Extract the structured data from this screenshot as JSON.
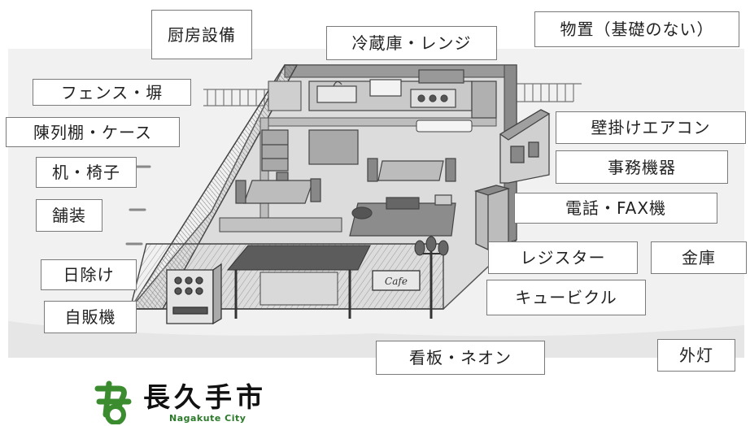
{
  "labels": {
    "kitchen": "厨房設備",
    "fridge": "冷蔵庫・レンジ",
    "storage": "物置（基礎のない）",
    "fence": "フェンス・塀",
    "showcase": "陳列棚・ケース",
    "aircon": "壁掛けエアコン",
    "desk": "机・椅子",
    "office": "事務機器",
    "paving": "舗装",
    "phone": "電話・FAX機",
    "register": "レジスター",
    "safe": "金庫",
    "awning": "日除け",
    "cubicle": "キュービクル",
    "vending": "自販機",
    "sign": "看板・ネオン",
    "light": "外灯"
  },
  "drawing": {
    "cafe_sign": "Cafe"
  },
  "logo": {
    "name": "長久手市",
    "sub": "Nagakute City",
    "color": "#3a8c2f"
  }
}
